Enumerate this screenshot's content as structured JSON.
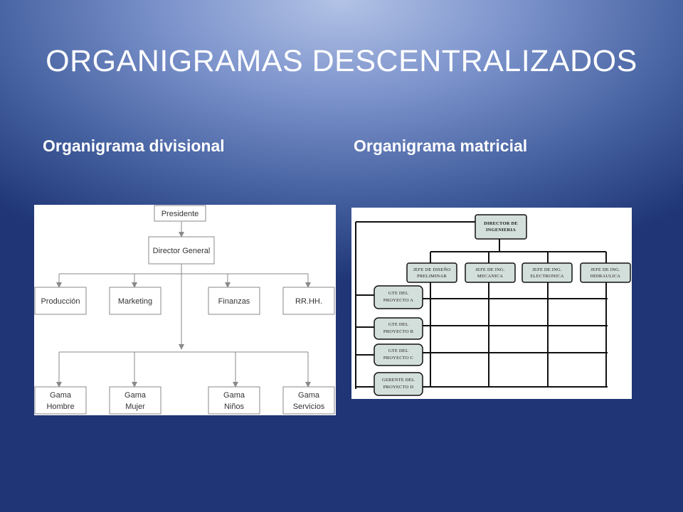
{
  "slide": {
    "title": "ORGANIGRAMAS DESCENTRALIZADOS",
    "left_heading": "Organigrama divisional",
    "right_heading": "Organigrama matricial"
  },
  "divisional": {
    "president": "Presidente",
    "general_director": "Director General",
    "departments": [
      "Producción",
      "Marketing",
      "Finanzas",
      "RR.HH."
    ],
    "product_lines": [
      [
        "Gama",
        "Hombre"
      ],
      [
        "Gama",
        "Mujer"
      ],
      [
        "Gama",
        "Niños"
      ],
      [
        "Gama",
        "Servicios"
      ]
    ]
  },
  "matrix": {
    "director": [
      "DIRECTOR DE",
      "INGENIERIA"
    ],
    "heads": [
      [
        "JEFE DE DISEÑO",
        "PRELIMINAR"
      ],
      [
        "JEFE DE ING.",
        "MECANICA"
      ],
      [
        "JEFE DE ING.",
        "ELECTRONICA"
      ],
      [
        "JEFE DE ING.",
        "HIDRAULICA"
      ]
    ],
    "projects": [
      [
        "GTE DEL",
        "PROYECTO A"
      ],
      [
        "GTE DEL",
        "PROYECTO B"
      ],
      [
        "GTE DEL",
        "PROYECTO C"
      ],
      [
        "GERENTE DEL",
        "PROYECTO D"
      ]
    ]
  },
  "colors": {
    "box_fill_matrix": "#d3dfdb",
    "line_matrix": "#111111",
    "line_divisional": "#8a8a8a"
  }
}
